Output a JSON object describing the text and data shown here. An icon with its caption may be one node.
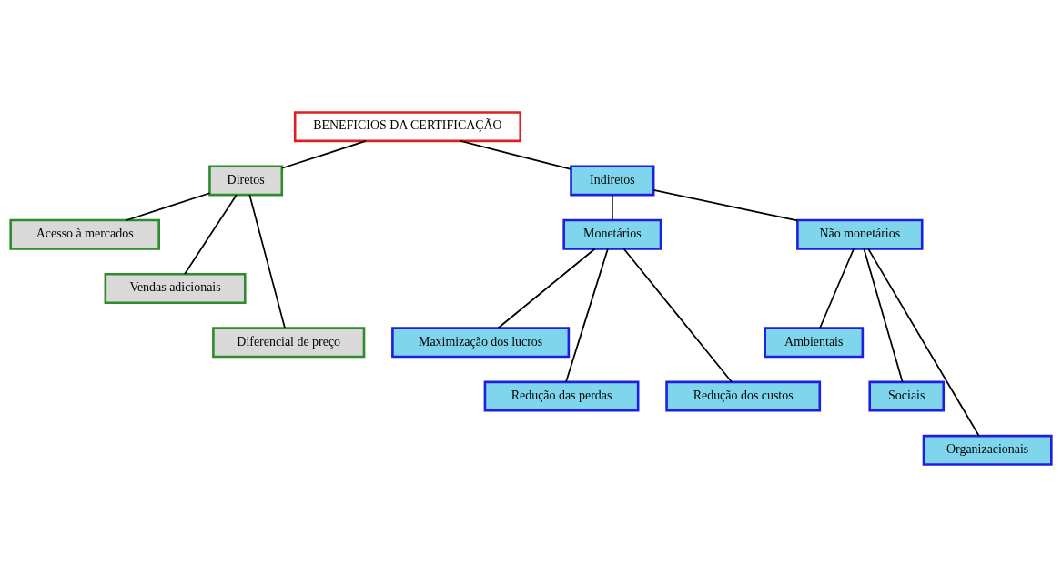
{
  "diagram": {
    "nodes": [
      {
        "text": [
          "BENEFICIOS DA CERTIFICAÇÃO"
        ]
      },
      {
        "text": [
          "Diretos"
        ]
      },
      {
        "text": [
          "Indiretos"
        ]
      },
      {
        "text": [
          "Acesso à mercados"
        ]
      },
      {
        "text": [
          "Vendas adicionais"
        ]
      },
      {
        "text": [
          "Diferencial de preço"
        ]
      },
      {
        "text": [
          "Monetários"
        ]
      },
      {
        "text": [
          "Não monetários"
        ]
      },
      {
        "text": [
          "Ambientais"
        ]
      },
      {
        "text": [
          "Sociais"
        ]
      },
      {
        "text": [
          "Organizacionais"
        ]
      },
      {
        "text": [
          "Maximização dos lucros"
        ]
      },
      {
        "text": [
          "Redução das perdas"
        ]
      },
      {
        "text": [
          "Redução dos custos"
        ]
      }
    ],
    "edges": [
      {
        "from": 0,
        "to": 1,
        "arrow": "none"
      },
      {
        "from": 0,
        "to": 2,
        "arrow": "none"
      },
      {
        "from": 1,
        "to": 3,
        "arrow": "none"
      },
      {
        "from": 1,
        "to": 4,
        "arrow": "none"
      },
      {
        "from": 1,
        "to": 5,
        "arrow": "none"
      },
      {
        "from": 2,
        "to": 6,
        "arrow": "none"
      },
      {
        "from": 2,
        "to": 7,
        "arrow": "none"
      },
      {
        "from": 6,
        "to": 11,
        "arrow": "none"
      },
      {
        "from": 6,
        "to": 12,
        "arrow": "none"
      },
      {
        "from": 6,
        "to": 13,
        "arrow": "none"
      },
      {
        "from": 7,
        "to": 8,
        "arrow": "none"
      },
      {
        "from": 7,
        "to": 9,
        "arrow": "none"
      },
      {
        "from": 7,
        "to": 10,
        "arrow": "none"
      }
    ]
  }
}
